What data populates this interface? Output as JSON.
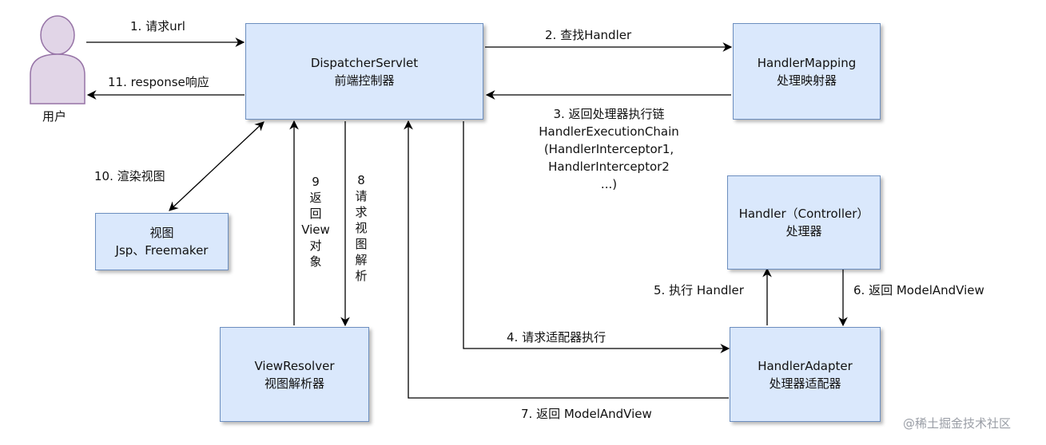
{
  "nodes": {
    "user": {
      "label": "用户"
    },
    "dispatcher": {
      "line1": "DispatcherServlet",
      "line2": "前端控制器"
    },
    "handler_mapping": {
      "line1": "HandlerMapping",
      "line2": "处理映射器"
    },
    "view": {
      "line1": "视图",
      "line2": "Jsp、Freemaker"
    },
    "handler": {
      "line1": "Handler（Controller）",
      "line2": "处理器"
    },
    "view_resolver": {
      "line1": "ViewResolver",
      "line2": "视图解析器"
    },
    "handler_adapter": {
      "line1": "HandlerAdapter",
      "line2": "处理器适配器"
    }
  },
  "edges": {
    "e1": "1. 请求url",
    "e2": "2. 查找Handler",
    "e3": [
      "3. 返回处理器执行链",
      "HandlerExecutionChain",
      "(HandlerInterceptor1,",
      "HandlerInterceptor2",
      "...)"
    ],
    "e4": "4. 请求适配器执行",
    "e5": "5. 执行 Handler",
    "e6": "6. 返回 ModelAndView",
    "e7": "7. 返回 ModelAndView",
    "e8": [
      "8",
      "请",
      "求",
      "视",
      "图",
      "解",
      "析"
    ],
    "e9": [
      "9",
      "返",
      "回",
      "View",
      "对",
      "象"
    ],
    "e10": "10. 渲染视图",
    "e11": "11. response响应"
  },
  "watermark": "@稀土掘金技术社区",
  "colors": {
    "node_fill": "#dae8fc",
    "node_stroke": "#6c8ebf",
    "user_fill": "#e1d5e7",
    "user_stroke": "#9673a6"
  }
}
